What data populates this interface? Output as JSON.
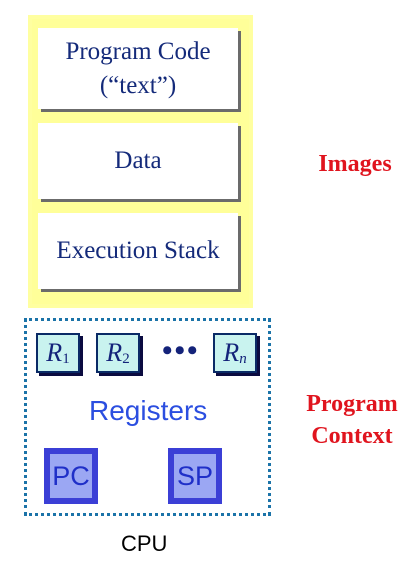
{
  "image_segments": {
    "program_code_line1": "Program Code",
    "program_code_line2": "(“text”)",
    "data": "Data",
    "execution_stack": "Execution Stack"
  },
  "images_label": "Images",
  "cpu": {
    "registers": [
      {
        "base": "R",
        "sub": "1"
      },
      {
        "base": "R",
        "sub": "2"
      },
      {
        "base": "R",
        "sub": "n"
      }
    ],
    "ellipsis": "•••",
    "registers_label": "Registers",
    "pc": "PC",
    "sp": "SP",
    "label": "CPU"
  },
  "program_context_label_line1": "Program",
  "program_context_label_line2": "Context"
}
